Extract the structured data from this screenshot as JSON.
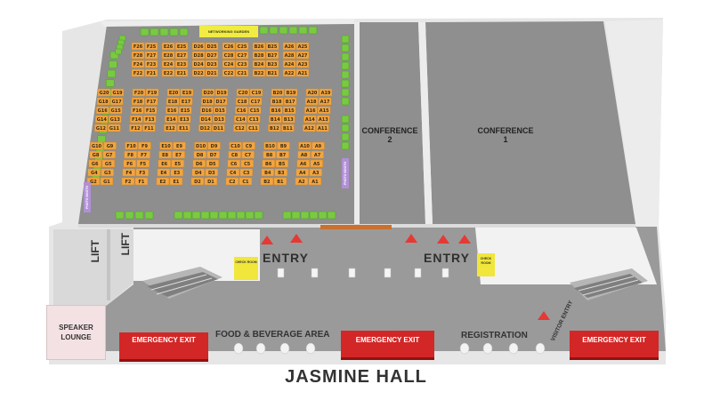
{
  "hall_title": "JASMINE HALL",
  "rooms": {
    "conference_1": [
      "CONFERENCE",
      "1"
    ],
    "conference_2": [
      "CONFERENCE",
      "2"
    ],
    "speaker_lounge": [
      "SPEAKER",
      "LOUNGE"
    ],
    "networking_garden": "NETWORKING GARDEN"
  },
  "areas": {
    "lift_left": "LIFT",
    "lift_right": "LIFT",
    "entry_left": "ENTRY",
    "entry_right": "ENTRY",
    "food": "FOOD & BEVERAGE AREA",
    "registration": "REGISTRATION",
    "visitor_entry": "VISITOR ENTRY"
  },
  "emergency_exits": [
    "EMERGENCY EXIT",
    "EMERGENCY EXIT",
    "EMERGENCY EXIT"
  ],
  "signs": {
    "left": "CHECK ROOM",
    "right": "CHECK ROOM",
    "photo_left": "PHOTO BOOTH",
    "photo_right": "PHOTO BOOTH"
  },
  "colors": {
    "booth": "#f2a541",
    "seat": "#7ac943",
    "exit": "#d32626",
    "arrow": "#e53935",
    "highlight": "#f0ec43",
    "photo": "#b190d6"
  },
  "booths": [
    [
      "F26",
      "F25",
      "E26",
      "E25",
      "D26",
      "D25",
      "C26",
      "C25",
      "B26",
      "B25",
      "A26",
      "A25"
    ],
    [
      "F28",
      "F27",
      "E28",
      "E27",
      "D28",
      "D27",
      "C28",
      "C27",
      "B28",
      "B27",
      "A28",
      "A27"
    ],
    [
      "F24",
      "F23",
      "E24",
      "E23",
      "D24",
      "D23",
      "C24",
      "C23",
      "B24",
      "B23",
      "A24",
      "A23"
    ],
    [
      "F22",
      "F21",
      "E22",
      "E21",
      "D22",
      "D21",
      "C22",
      "C21",
      "B22",
      "B21",
      "A22",
      "A21"
    ],
    [
      "G20",
      "G19",
      "F20",
      "F19",
      "E20",
      "E19",
      "D20",
      "D19",
      "C20",
      "C19",
      "B20",
      "B19",
      "A20",
      "A19"
    ],
    [
      "G18",
      "G17",
      "F18",
      "F17",
      "E18",
      "E17",
      "D18",
      "D17",
      "C18",
      "C17",
      "B18",
      "B17",
      "A18",
      "A17"
    ],
    [
      "G16",
      "G15",
      "F16",
      "F15",
      "E16",
      "E15",
      "D16",
      "D15",
      "C16",
      "C15",
      "B16",
      "B15",
      "A16",
      "A15"
    ],
    [
      "G14",
      "G13",
      "F14",
      "F13",
      "E14",
      "E13",
      "D14",
      "D13",
      "C14",
      "C13",
      "B14",
      "B13",
      "A14",
      "A13"
    ],
    [
      "G12",
      "G11",
      "F12",
      "F11",
      "E12",
      "E11",
      "D12",
      "D11",
      "C12",
      "C11",
      "B12",
      "B11",
      "A12",
      "A11"
    ],
    [
      "G10",
      "G9",
      "F10",
      "F9",
      "E10",
      "E9",
      "D10",
      "D9",
      "C10",
      "C9",
      "B10",
      "B9",
      "A10",
      "A9"
    ],
    [
      "G8",
      "G7",
      "F8",
      "F7",
      "E8",
      "E7",
      "D8",
      "D7",
      "C8",
      "C7",
      "B8",
      "B7",
      "A8",
      "A7"
    ],
    [
      "G6",
      "G5",
      "F6",
      "F5",
      "E6",
      "E5",
      "D6",
      "D5",
      "C6",
      "C5",
      "B6",
      "B5",
      "A6",
      "A5"
    ],
    [
      "G4",
      "G3",
      "F4",
      "F3",
      "E4",
      "E3",
      "D4",
      "D3",
      "C4",
      "C3",
      "B4",
      "B3",
      "A4",
      "A3"
    ],
    [
      "G2",
      "G1",
      "F2",
      "F1",
      "E2",
      "E1",
      "D2",
      "D1",
      "C2",
      "C1",
      "B2",
      "B1",
      "A2",
      "A1"
    ]
  ]
}
